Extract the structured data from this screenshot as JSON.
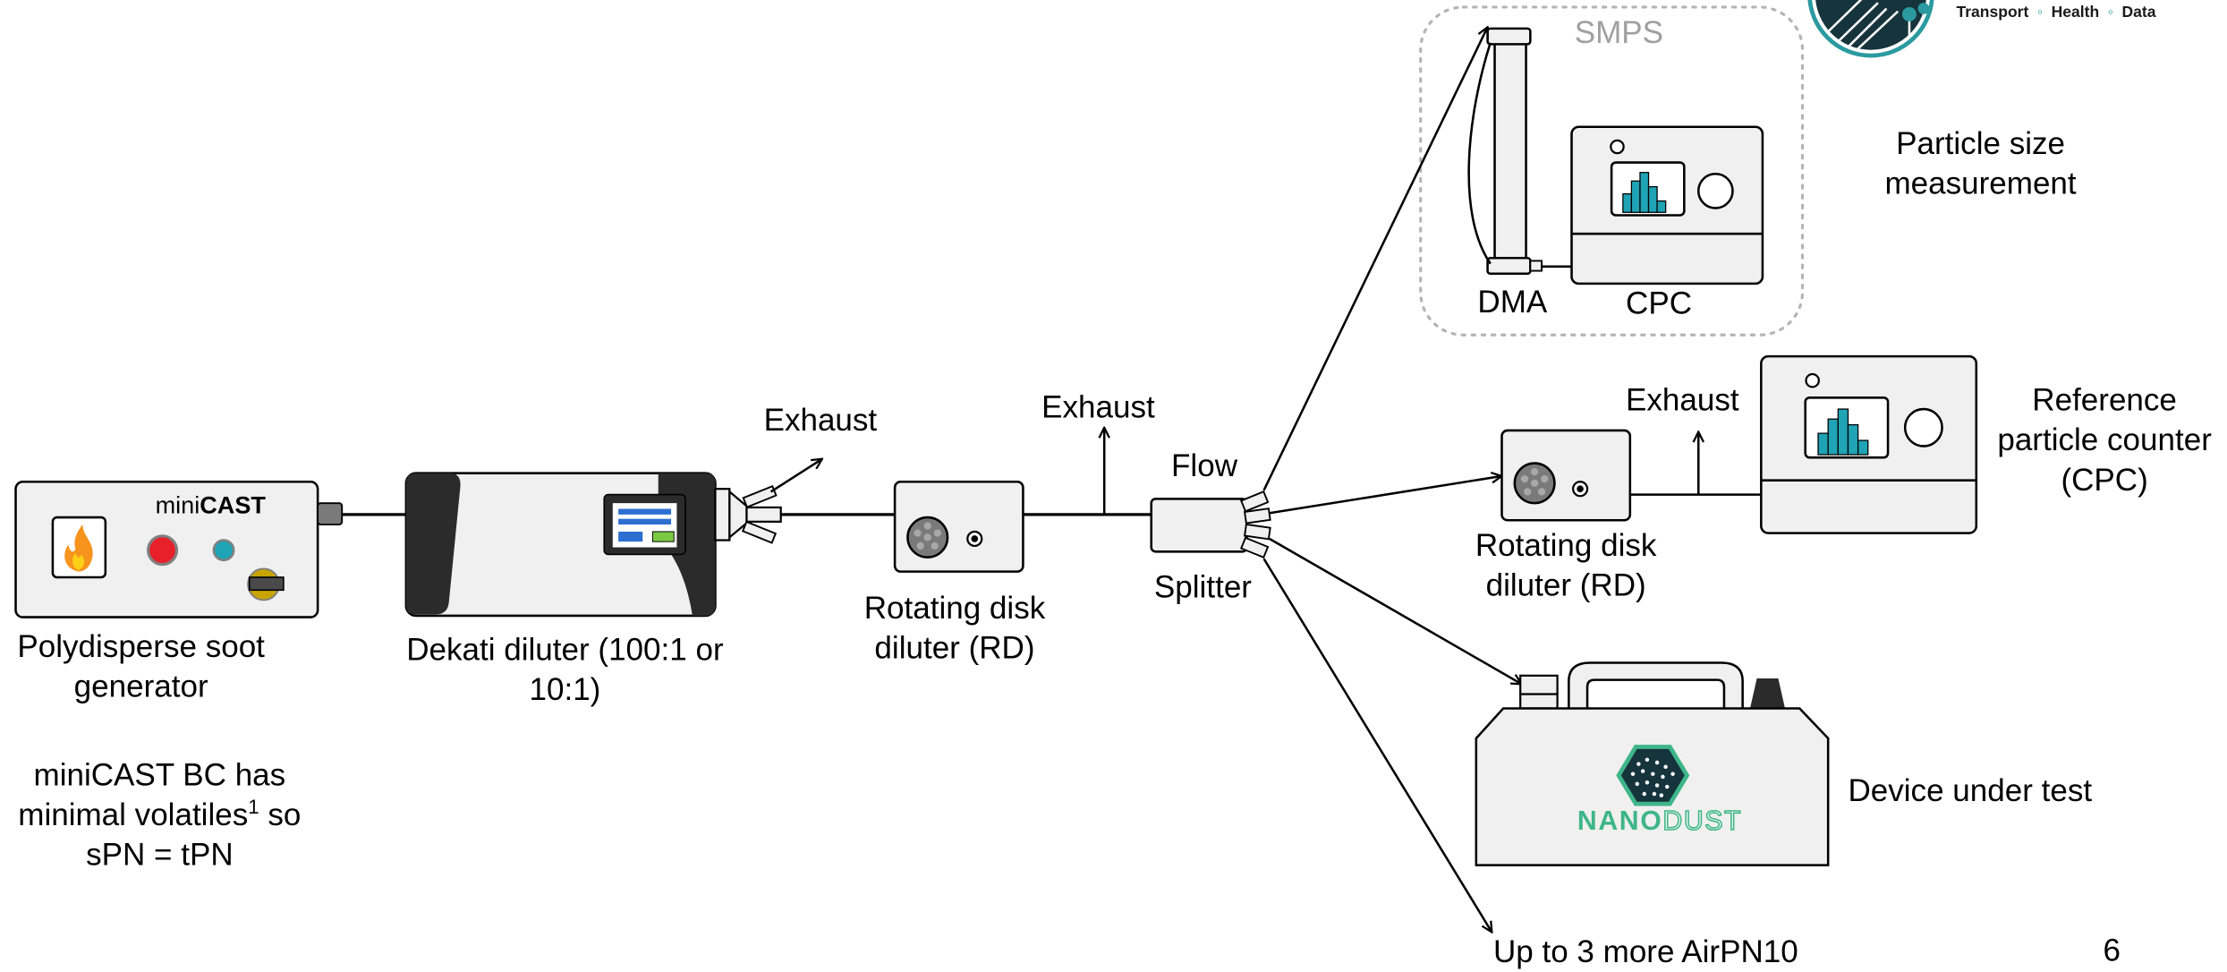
{
  "brand": {
    "items": [
      "Transport",
      "Health",
      "Data"
    ]
  },
  "smps": {
    "title": "SMPS",
    "dma": "DMA",
    "cpc": "CPC"
  },
  "labels": {
    "particle_size_l1": "Particle size",
    "particle_size_l2": "measurement",
    "reference_l1": "Reference",
    "reference_l2": "particle counter",
    "reference_l3": "(CPC)",
    "exhaust": "Exhaust",
    "flow": "Flow",
    "splitter": "Splitter",
    "rd_l1": "Rotating disk",
    "rd_l2": "diluter (RD)",
    "dekati_l1": "Dekati diluter (100:1 or",
    "dekati_l2": "10:1)",
    "soot_l1": "Polydisperse soot",
    "soot_l2": "generator",
    "note_l1": "miniCAST BC has",
    "note_l2_pre": "minimal volatiles",
    "note_l2_sup": "1",
    "note_l2_post": " so",
    "note_l3": "sPN = tPN",
    "device_under_test": "Device under test",
    "more": "Up to 3 more AirPN10",
    "page_number": "6"
  },
  "minicast": {
    "prefix": "mini",
    "bold": "CAST"
  },
  "nanodust": {
    "nano": "NANO",
    "dust": "DUST"
  },
  "colors": {
    "device_fill": "#f0f0f0",
    "dark": "#2b2b2b",
    "teal": "#1fa3b5",
    "screen_blue": "#2d6fd1",
    "screen_green": "#7ac943",
    "red_button": "#e8202a",
    "nanodust_green": "#3fb58a",
    "logo_teal": "#2a9aa0",
    "dotted_border": "#b4b4b4"
  }
}
